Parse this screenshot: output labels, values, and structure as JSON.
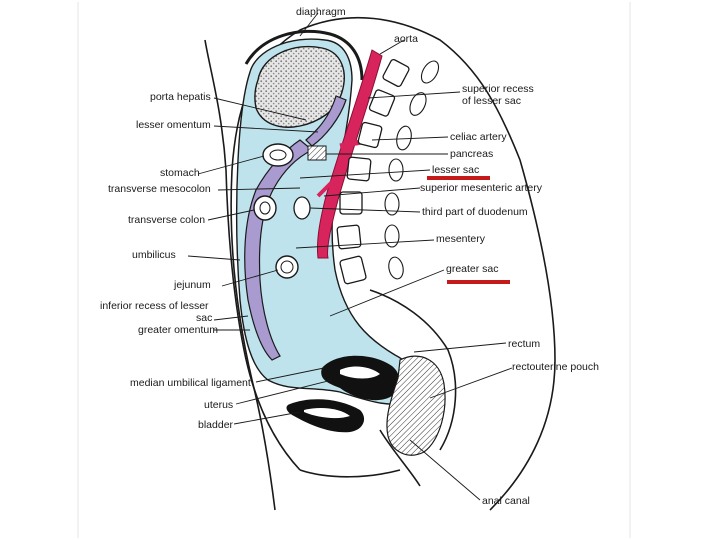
{
  "labels": {
    "diaphragm": "diaphragm",
    "aorta": "aorta",
    "porta_hepatis": "porta hepatis",
    "superior_recess": "superior recess",
    "of_lesser_sac": "of lesser sac",
    "lesser_omentum": "lesser omentum",
    "coeliac_artery": "celiac artery",
    "pancreas": "pancreas",
    "stomach": "stomach",
    "lesser_sac": "lesser sac",
    "transverse_mesocolon": "transverse mesocolon",
    "superior_mesenteric_artery": "superior mesenteric artery",
    "transverse_colon": "transverse colon",
    "third_part_duodenum": "third part of duodenum",
    "mesentery": "mesentery",
    "umbilicus": "umbilicus",
    "greater_sac": "greater sac",
    "jejunum": "jejunum",
    "inferior_recess_1": "inferior recess of lesser",
    "inferior_recess_2": "sac",
    "greater_omentum": "greater omentum",
    "rectum": "rectum",
    "median_umbilical_ligament": "median umbilical ligament",
    "rectouterine_pouch": "rectouterine pouch",
    "uterus": "uterus",
    "bladder": "bladder",
    "anal_canal": "anal canal"
  },
  "colors": {
    "peritoneal_cavity": "#bfe3ec",
    "omentum_lilac": "#a99ad0",
    "aorta_red": "#d8245c",
    "highlight_underline": "#c41a1a",
    "liver_stipple": "#d2d2d2",
    "ink": "#1a1a1a"
  }
}
